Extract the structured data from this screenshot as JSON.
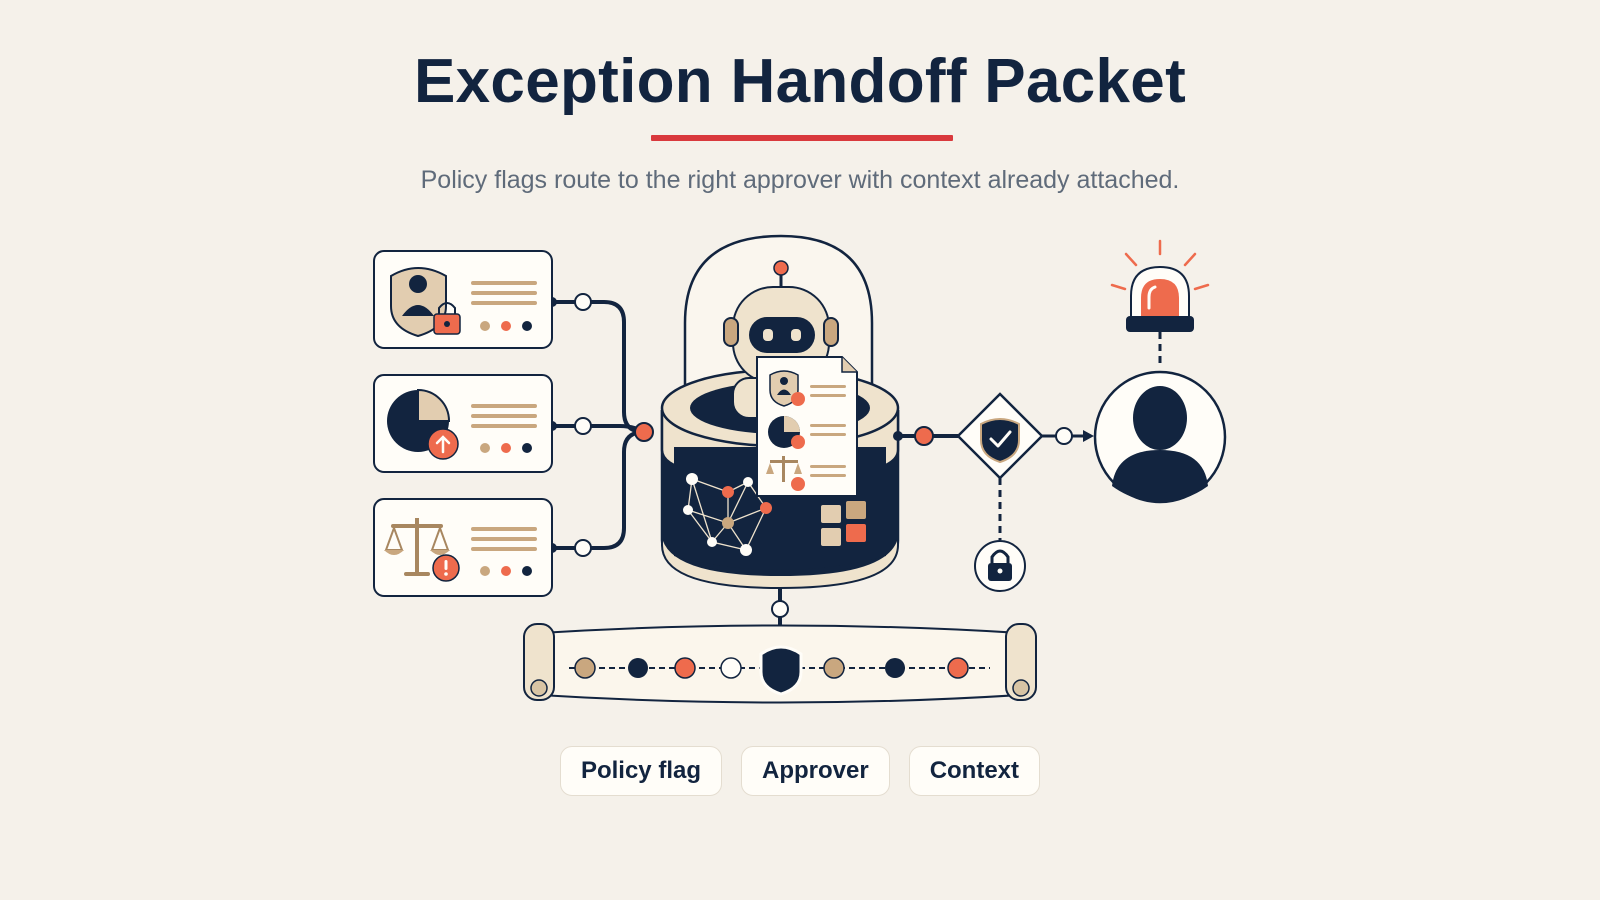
{
  "header": {
    "title": "Exception Handoff Packet",
    "subtitle": "Policy flags route to the right approver with context already attached.",
    "accent_color": "#d9393d"
  },
  "palette": {
    "navy": "#12243f",
    "tan": "#c9a77f",
    "cream": "#f1e6d2",
    "orange": "#ee6b4d",
    "background": "#f5f1ea"
  },
  "illustration": {
    "flag_cards": [
      {
        "icon": "shield-user-lock-icon"
      },
      {
        "icon": "pie-chart-upload-icon"
      },
      {
        "icon": "scales-alert-icon"
      }
    ],
    "central_engine": {
      "icons": [
        "robot-icon",
        "network-graph-icon",
        "document-icon"
      ]
    },
    "review_gate": {
      "icon": "shield-check-icon"
    },
    "alarm": {
      "icon": "siren-icon"
    },
    "lock": {
      "icon": "lock-icon"
    },
    "approver": {
      "icon": "user-icon"
    },
    "audit_trail": {
      "icon": "scroll-timeline-icon"
    }
  },
  "chips": {
    "policy_flag": "Policy flag",
    "approver": "Approver",
    "context": "Context"
  }
}
